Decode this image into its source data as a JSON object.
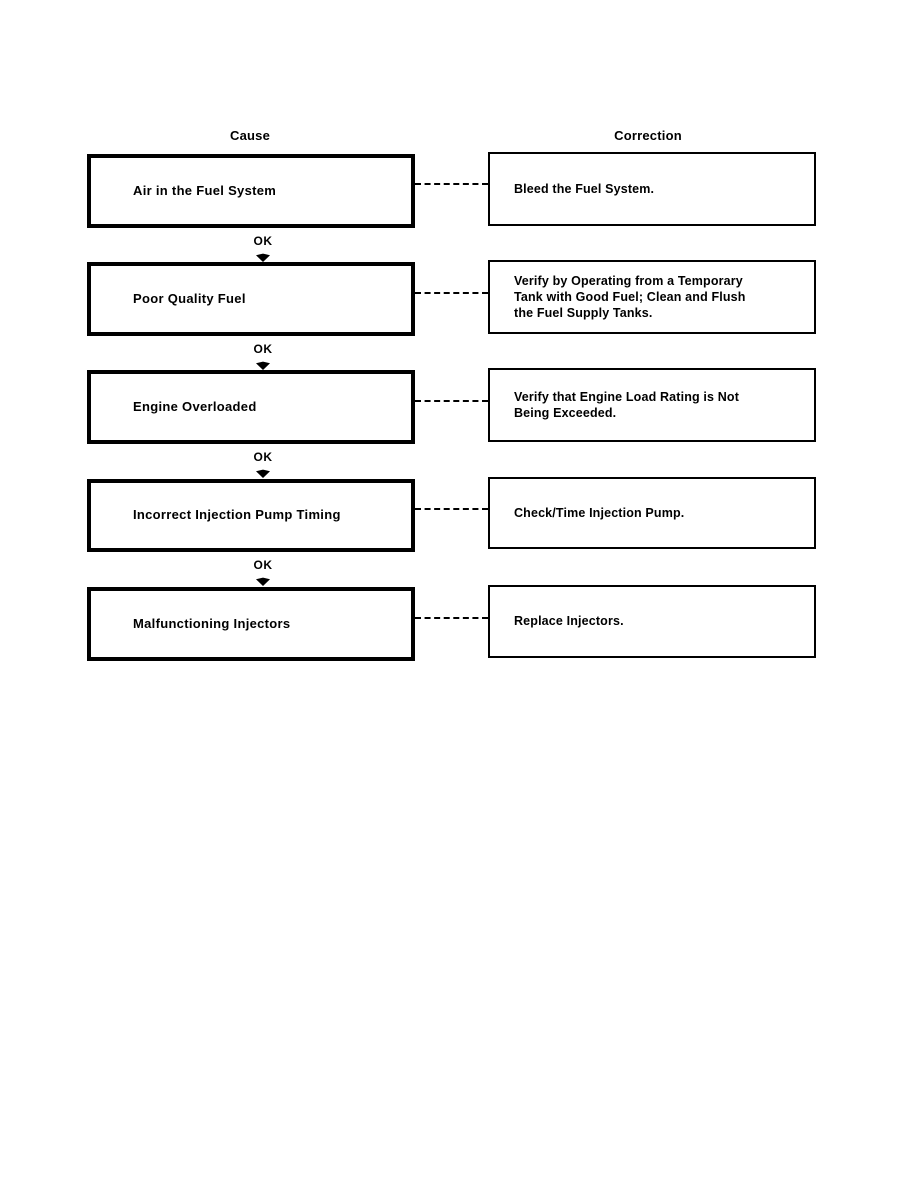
{
  "page": {
    "title": "Troubleshooting Flowchart - Cause and Correction",
    "background_color": "#ffffff",
    "ink_color": "#000000"
  },
  "headers": {
    "cause": "Cause",
    "correction": "Correction"
  },
  "connector": {
    "style": "dashed",
    "label": ""
  },
  "link_label": "OK",
  "rows": [
    {
      "cause": "Air in the Fuel System",
      "correction": "Bleed the Fuel System.",
      "correction_lines": [
        "Bleed the Fuel System."
      ]
    },
    {
      "cause": "Poor Quality Fuel",
      "correction": "Verify by Operating from a Temporary Tank with Good Fuel; Clean and Flush the Fuel Supply Tanks.",
      "correction_lines": [
        "Verify by Operating from a Temporary",
        "Tank with Good Fuel; Clean and Flush",
        "the Fuel Supply Tanks."
      ]
    },
    {
      "cause": "Engine Overloaded",
      "correction": "Verify that Engine Load Rating is Not Being Exceeded.",
      "correction_lines": [
        "Verify that Engine Load Rating is Not",
        "Being Exceeded."
      ]
    },
    {
      "cause": "Incorrect Injection Pump Timing",
      "correction": "Check/Time Injection Pump.",
      "correction_lines": [
        "Check/Time Injection Pump."
      ]
    },
    {
      "cause": "Malfunctioning Injectors",
      "correction": "Replace Injectors.",
      "correction_lines": [
        "Replace Injectors."
      ]
    }
  ]
}
